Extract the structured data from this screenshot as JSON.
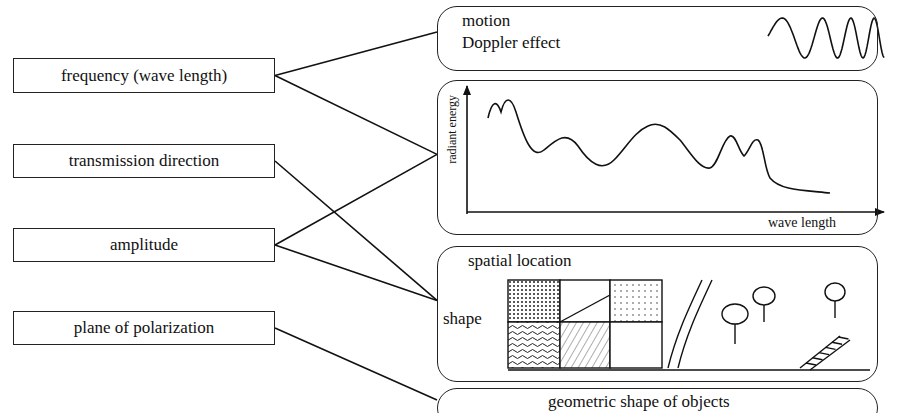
{
  "diagram": {
    "nodes": [
      {
        "text": [
          "frequency (wave length)"
        ]
      },
      {
        "text": [
          "transmission direction"
        ]
      },
      {
        "text": [
          "amplitude"
        ]
      },
      {
        "text": [
          "plane of polarization"
        ]
      },
      {
        "text": [
          "motion",
          "Doppler effect"
        ]
      },
      {
        "text": [
          "radiant energy",
          "wave length"
        ]
      },
      {
        "text": [
          "spatial location",
          "shape"
        ]
      },
      {
        "text": [
          "geometric shape of objects"
        ]
      }
    ],
    "edges": [
      {
        "from": 0,
        "to": 4,
        "arrow": "none"
      },
      {
        "from": 0,
        "to": 5,
        "arrow": "none"
      },
      {
        "from": 1,
        "to": 6,
        "arrow": "none"
      },
      {
        "from": 2,
        "to": 5,
        "arrow": "none"
      },
      {
        "from": 2,
        "to": 6,
        "arrow": "none"
      },
      {
        "from": 3,
        "to": 7,
        "arrow": "none"
      }
    ]
  }
}
